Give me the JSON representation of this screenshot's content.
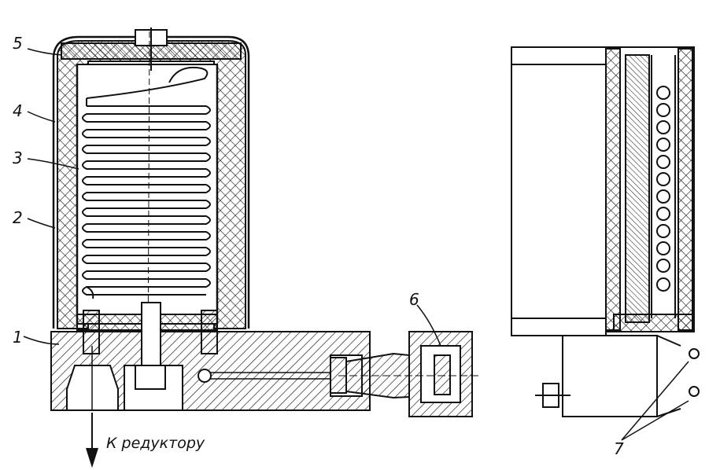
{
  "labels": {
    "l1": "1",
    "l2": "2",
    "l3": "3",
    "l4": "4",
    "l5": "5",
    "l6": "6",
    "l7": "7"
  },
  "caption": "К редуктору"
}
